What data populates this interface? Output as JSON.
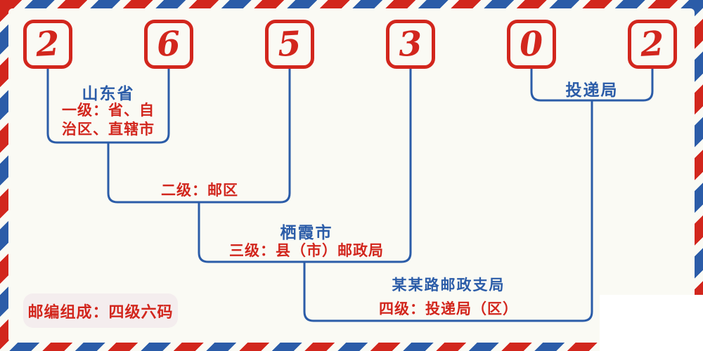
{
  "postal_code": {
    "digits": [
      "2",
      "6",
      "5",
      "3",
      "0",
      "2"
    ]
  },
  "annotations": {
    "province": "山东省",
    "level1_line1": "一级：省、自",
    "level1_line2": "治区、直辖市",
    "level2": "二级：邮区",
    "city": "栖霞市",
    "level3": "三级：县（市）邮政局",
    "branch": "某某路邮政支局",
    "level4": "四级：投递局（区）",
    "delivery_office": "投递局",
    "footer_badge": "邮编组成：四级六码"
  },
  "colors": {
    "red": "#d2261d",
    "blue": "#2b5ca8",
    "background": "#fafaf4",
    "badge_bg": "#f4edee",
    "patch": "#ffffff"
  }
}
